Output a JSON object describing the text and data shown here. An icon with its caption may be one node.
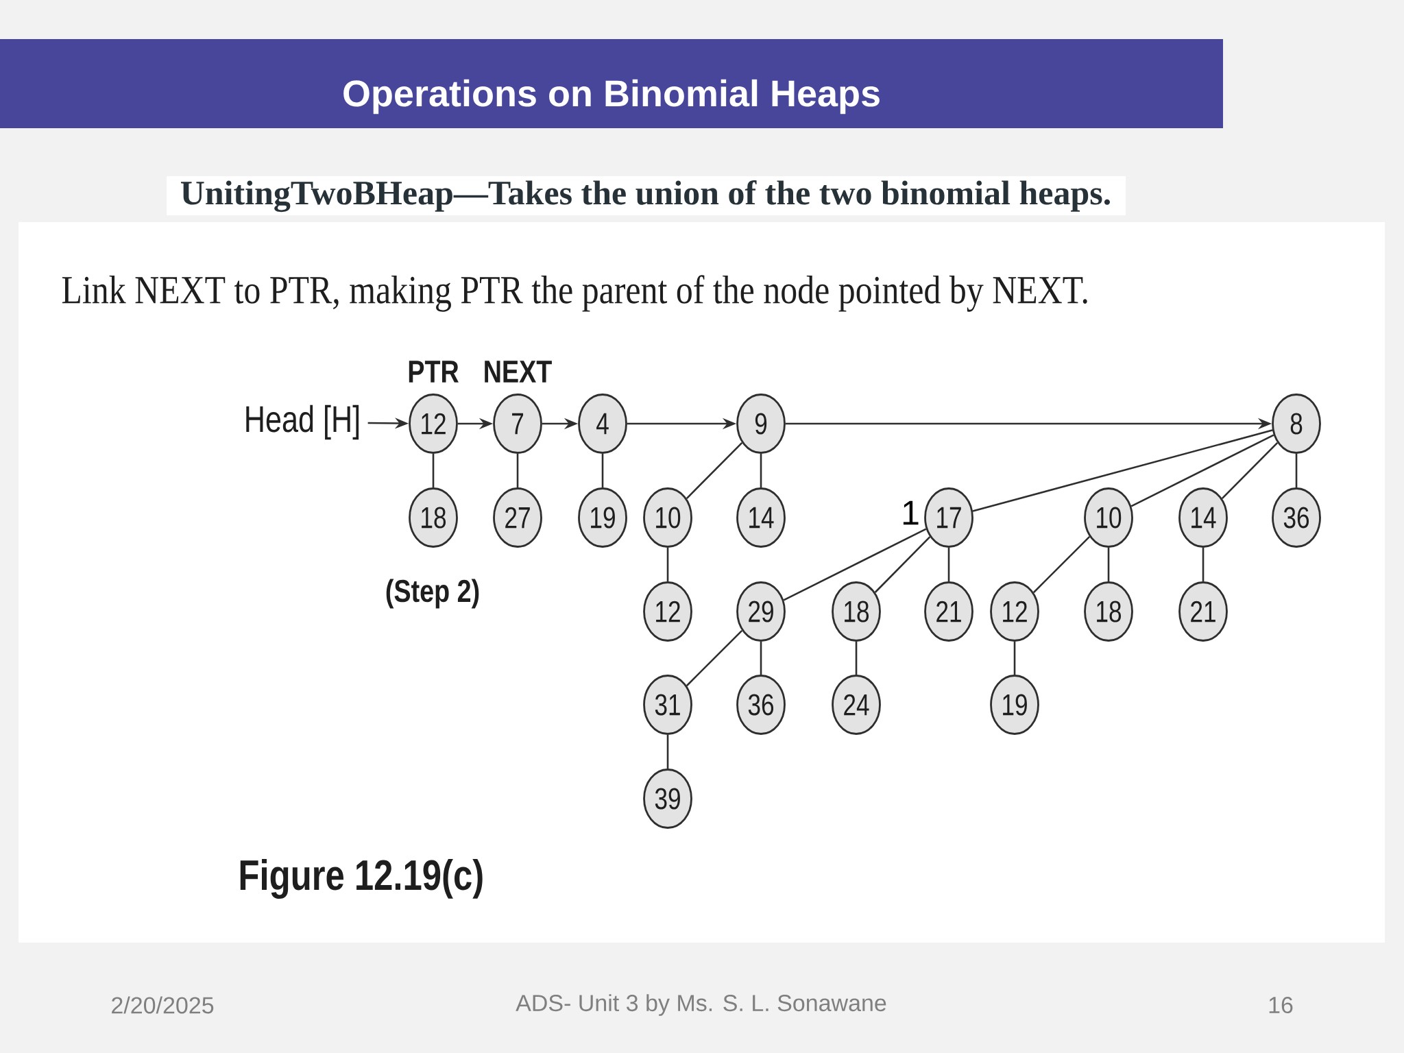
{
  "diagram": {
    "title": "Operations on Binomial Heaps",
    "caption": "Figure 12.19(c)",
    "nodes": [
      {
        "text": [
          "Head [H]"
        ]
      },
      {
        "text": [
          "12"
        ],
        "beside": [
          "PTR"
        ]
      },
      {
        "text": [
          "7"
        ],
        "beside": [
          "NEXT"
        ]
      },
      {
        "text": [
          "4"
        ]
      },
      {
        "text": [
          "9"
        ]
      },
      {
        "text": [
          "8"
        ]
      },
      {
        "text": [
          "18"
        ]
      },
      {
        "text": [
          "27"
        ]
      },
      {
        "text": [
          "19"
        ]
      },
      {
        "text": [
          "10"
        ]
      },
      {
        "text": [
          "14"
        ]
      },
      {
        "text": [
          "17"
        ]
      },
      {
        "text": [
          "10"
        ]
      },
      {
        "text": [
          "14"
        ]
      },
      {
        "text": [
          "36"
        ]
      },
      {
        "text": [
          "12"
        ]
      },
      {
        "text": [
          "29"
        ]
      },
      {
        "text": [
          "18"
        ]
      },
      {
        "text": [
          "21"
        ]
      },
      {
        "text": [
          "12"
        ]
      },
      {
        "text": [
          "18"
        ]
      },
      {
        "text": [
          "21"
        ]
      },
      {
        "text": [
          "31"
        ]
      },
      {
        "text": [
          "36"
        ]
      },
      {
        "text": [
          "24"
        ]
      },
      {
        "text": [
          "19"
        ]
      },
      {
        "text": [
          "39"
        ]
      }
    ],
    "edges": [
      {
        "from": 0,
        "to": 1,
        "arrow": "to"
      },
      {
        "from": 1,
        "to": 2,
        "arrow": "to"
      },
      {
        "from": 2,
        "to": 3,
        "arrow": "to"
      },
      {
        "from": 3,
        "to": 4,
        "arrow": "to"
      },
      {
        "from": 4,
        "to": 5,
        "arrow": "to"
      },
      {
        "from": 1,
        "to": 6,
        "arrow": "none"
      },
      {
        "from": 2,
        "to": 7,
        "arrow": "none"
      },
      {
        "from": 3,
        "to": 8,
        "arrow": "none"
      },
      {
        "from": 4,
        "to": 9,
        "arrow": "none"
      },
      {
        "from": 4,
        "to": 10,
        "arrow": "none"
      },
      {
        "from": 9,
        "to": 15,
        "arrow": "none"
      },
      {
        "from": 5,
        "to": 11,
        "arrow": "none"
      },
      {
        "from": 5,
        "to": 12,
        "arrow": "none"
      },
      {
        "from": 5,
        "to": 13,
        "arrow": "none"
      },
      {
        "from": 5,
        "to": 14,
        "arrow": "none"
      },
      {
        "from": 11,
        "to": 16,
        "arrow": "none"
      },
      {
        "from": 11,
        "to": 17,
        "arrow": "none"
      },
      {
        "from": 11,
        "to": 18,
        "arrow": "none"
      },
      {
        "from": 12,
        "to": 19,
        "arrow": "none"
      },
      {
        "from": 12,
        "to": 20,
        "arrow": "none"
      },
      {
        "from": 13,
        "to": 21,
        "arrow": "none"
      },
      {
        "from": 16,
        "to": 22,
        "arrow": "none"
      },
      {
        "from": 16,
        "to": 23,
        "arrow": "none"
      },
      {
        "from": 17,
        "to": 24,
        "arrow": "none"
      },
      {
        "from": 19,
        "to": 25,
        "arrow": "none"
      },
      {
        "from": 22,
        "to": 26,
        "arrow": "none"
      }
    ],
    "labels": [
      "UnitingTwoBHeap—Takes the union of the two binomial heaps.",
      "Link NEXT to PTR, making PTR the parent of the node pointed by NEXT.",
      "1",
      "(Step 2)",
      "2/20/2025",
      "ADS- Unit 3 by Ms. S. L. Sonawane",
      "16"
    ]
  }
}
